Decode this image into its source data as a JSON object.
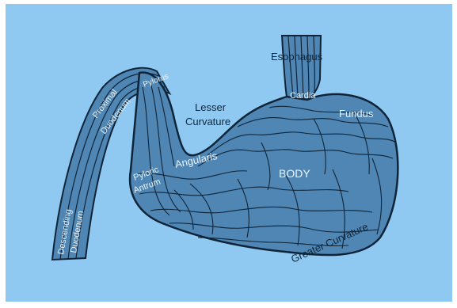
{
  "figure": {
    "background_color": "#8fc8f0",
    "organ_fill": "#4f86b4",
    "line_color": "#0f2438",
    "labels": {
      "esophagus": "Esophagus",
      "cardia": "Cardia",
      "fundus": "Fundus",
      "lesser_curvature_1": "Lesser",
      "lesser_curvature_2": "Curvature",
      "angularis": "Angularis",
      "pyloric_antrum_1": "Pyloric",
      "pyloric_antrum_2": "Antrum",
      "body": "BODY",
      "greater_curvature": "Greater Curvature",
      "proximal": "Proximal",
      "duodenum": "Duodenum",
      "pylorus": "Pylorus",
      "descending_1": "Descending",
      "descending_2": "Duodenum"
    }
  }
}
